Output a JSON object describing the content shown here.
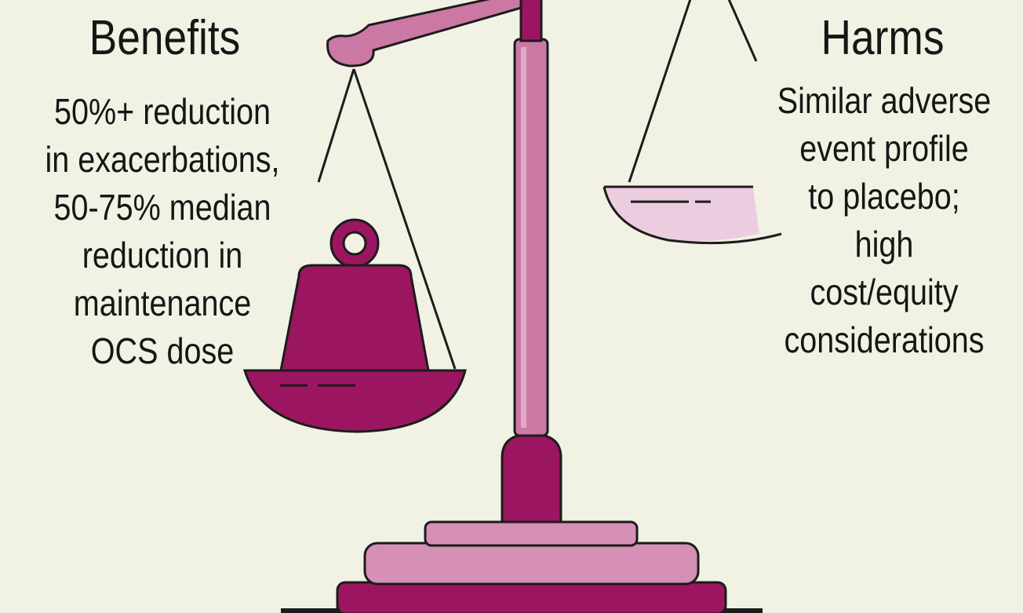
{
  "benefits": {
    "title": "Benefits",
    "lines": [
      "50%+ reduction",
      "in exacerbations,",
      "50-75% median",
      "reduction in",
      "maintenance",
      "OCS dose"
    ]
  },
  "harms": {
    "title": "Harms",
    "lines": [
      "Similar adverse",
      "event profile",
      "to placebo;",
      "high",
      "cost/equity",
      "considerations"
    ]
  },
  "icons": {
    "scale": "balance-scale-icon",
    "weight": "weight-icon"
  },
  "colors": {
    "background": "#f1f2e4",
    "dark_magenta": "#9b1560",
    "mid_pink": "#c9719f",
    "light_pink": "#eccde0",
    "outline": "#1c1c1c",
    "text": "#161616"
  }
}
